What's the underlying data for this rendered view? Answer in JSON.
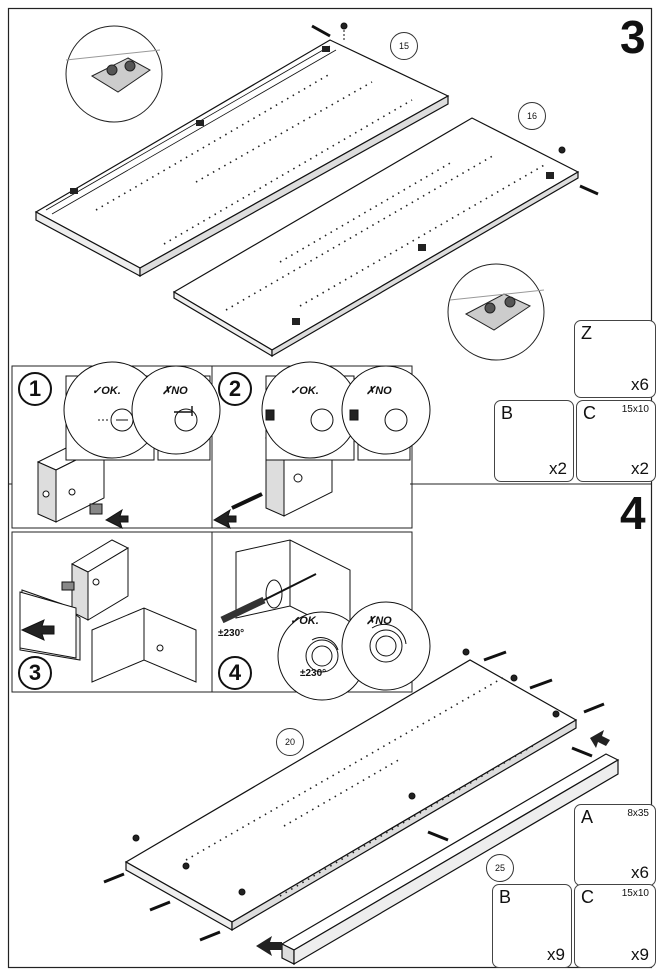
{
  "steps": {
    "step3": "3",
    "step4": "4"
  },
  "callouts": {
    "c15": "15",
    "c16": "16",
    "c20": "20",
    "c25": "25"
  },
  "substeps": {
    "s1": "1",
    "s2": "2",
    "s3": "3",
    "s4": "4"
  },
  "labels": {
    "ok": "OK.",
    "no": "NO",
    "angle": "±230°"
  },
  "parts_step3": [
    {
      "letter": "Z",
      "size": "",
      "qty": "x6"
    },
    {
      "letter": "B",
      "size": "",
      "qty": "x2"
    },
    {
      "letter": "C",
      "size": "15x10",
      "qty": "x2"
    }
  ],
  "parts_step4": [
    {
      "letter": "A",
      "size": "8x35",
      "qty": "x6"
    },
    {
      "letter": "B",
      "size": "",
      "qty": "x9"
    },
    {
      "letter": "C",
      "size": "15x10",
      "qty": "x9"
    }
  ]
}
